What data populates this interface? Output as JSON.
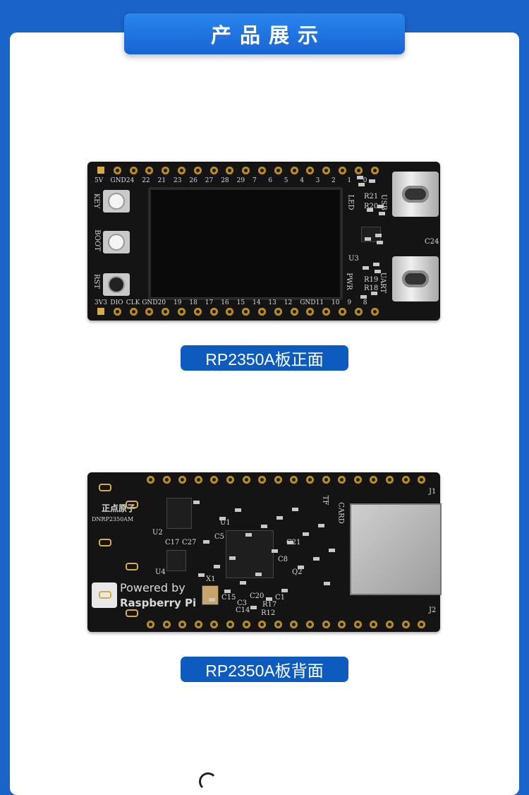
{
  "header": {
    "title": "产品展示"
  },
  "front": {
    "caption": "RP2350A板正面",
    "top_labels": [
      "5V",
      "GND",
      "24",
      "22",
      "21",
      "23",
      "26",
      "27",
      "28",
      "29",
      "7",
      "6",
      "5",
      "4",
      "3",
      "2",
      "1",
      "0"
    ],
    "bottom_labels": [
      "3V3",
      "DIO",
      "CLK",
      "GND",
      "20",
      "19",
      "18",
      "17",
      "16",
      "15",
      "14",
      "13",
      "12",
      "GND",
      "11",
      "10",
      "9",
      "8"
    ],
    "buttons": [
      "KEY",
      "BOOT",
      "RST"
    ],
    "right_labels": [
      "USB",
      "UART",
      "PWR",
      "LED",
      "U3",
      "C24",
      "R20",
      "R21",
      "R18",
      "R19"
    ]
  },
  "back": {
    "caption": "RP2350A板背面",
    "brand": "正点原子",
    "model": "DNRP2350AM",
    "powered": "Powered by",
    "raspberry": "Raspberry Pi",
    "tf": "TF",
    "card": "CARD",
    "j1": "J1",
    "j2": "J2",
    "parts": [
      "U1",
      "U2",
      "U4",
      "X1",
      "C1",
      "C3",
      "C5",
      "C14",
      "C15",
      "C17",
      "C20",
      "C27",
      "R12",
      "R17",
      "Q2",
      "C21",
      "C8"
    ]
  },
  "colors": {
    "background": "#1a63c9",
    "caption": "#0d5bbf",
    "pcb": "#141414",
    "pad": "#d7ac45"
  }
}
